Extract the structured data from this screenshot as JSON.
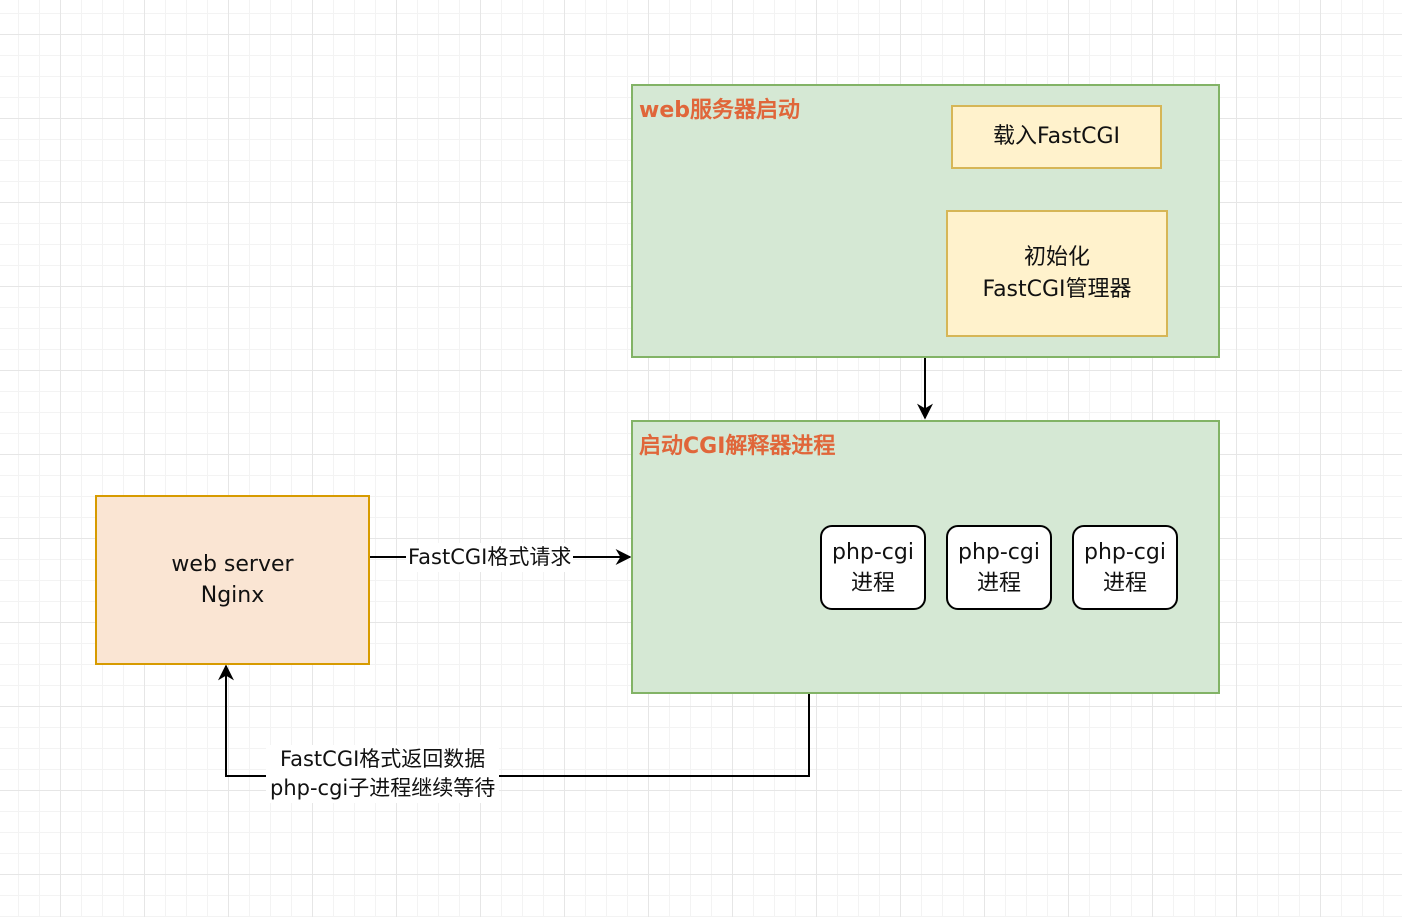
{
  "nodes": {
    "web_server_startup": {
      "title": "web服务器启动"
    },
    "load_fastcgi": {
      "label": "载入FastCGI"
    },
    "init_manager": {
      "line1": "初始化",
      "line2": "FastCGI管理器"
    },
    "cgi_interpreter": {
      "title": "启动CGI解释器进程"
    },
    "php_cgi_processes": [
      {
        "line1": "php-cgi",
        "line2": "进程"
      },
      {
        "line1": "php-cgi",
        "line2": "进程"
      },
      {
        "line1": "php-cgi",
        "line2": "进程"
      }
    ],
    "nginx": {
      "line1": "web server",
      "line2": "Nginx"
    }
  },
  "edges": {
    "request": {
      "label": "FastCGI格式请求"
    },
    "response": {
      "line1": "FastCGI格式返回数据",
      "line2": "php-cgi子进程继续等待"
    }
  },
  "colors": {
    "container_fill": "#d5e8d4",
    "container_stroke": "#82b366",
    "title_text": "#e0663a",
    "yellow_fill": "#fff2cc",
    "yellow_stroke": "#d6b656",
    "orange_fill": "#fae5d3",
    "orange_stroke": "#d79b00",
    "arrow": "#000000"
  }
}
